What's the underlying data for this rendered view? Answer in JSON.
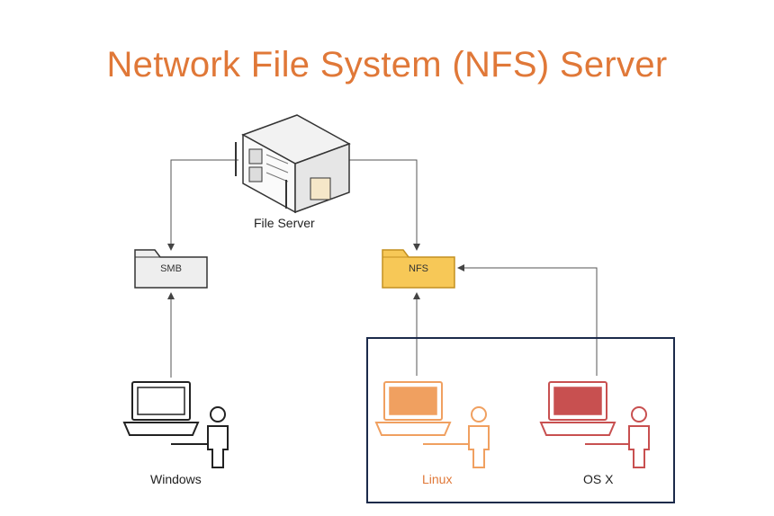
{
  "title": "Network File System (NFS) Server",
  "nodes": {
    "file_server": "File Server",
    "smb": "SMB",
    "nfs": "NFS",
    "windows": "Windows",
    "linux": "Linux",
    "osx": "OS X"
  },
  "colors": {
    "title": "#e07838",
    "nfs_folder": "#f7c857",
    "smb_folder": "#eeeeee",
    "linux": "#f0a060",
    "osx": "#c85050",
    "group_border": "#1b2a4a"
  }
}
